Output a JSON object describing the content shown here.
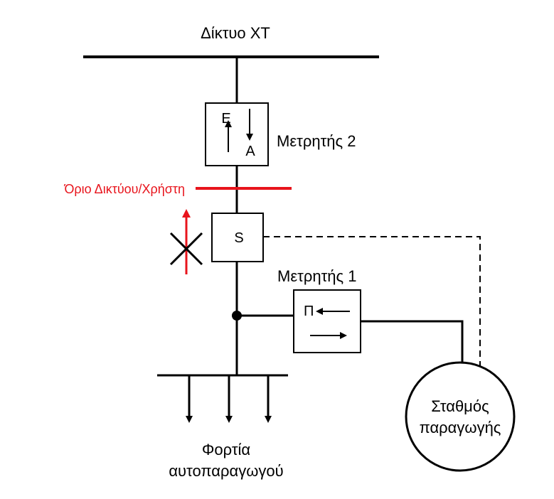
{
  "labels": {
    "grid": "Δίκτυο ΧΤ",
    "meter2": "Μετρητής 2",
    "meter2_e": "Ε",
    "meter2_a": "Α",
    "boundary": "Όριο Δικτύου/Χρήστη",
    "switch": "S",
    "meter1": "Μετρητής 1",
    "meter1_p": "Π",
    "station_line1": "Σταθμός",
    "station_line2": "παραγωγής",
    "loads_line1": "Φορτία",
    "loads_line2": "αυτοπαραγωγού"
  },
  "colors": {
    "line": "#000000",
    "boundary": "#e8141c"
  },
  "icons": {
    "meter2_arrows": "up-down-arrows-icon",
    "switch_open_mark": "cross-icon",
    "meter1_arrows": "left-right-arrows-icon",
    "load_arrows": "down-arrow-icon"
  }
}
